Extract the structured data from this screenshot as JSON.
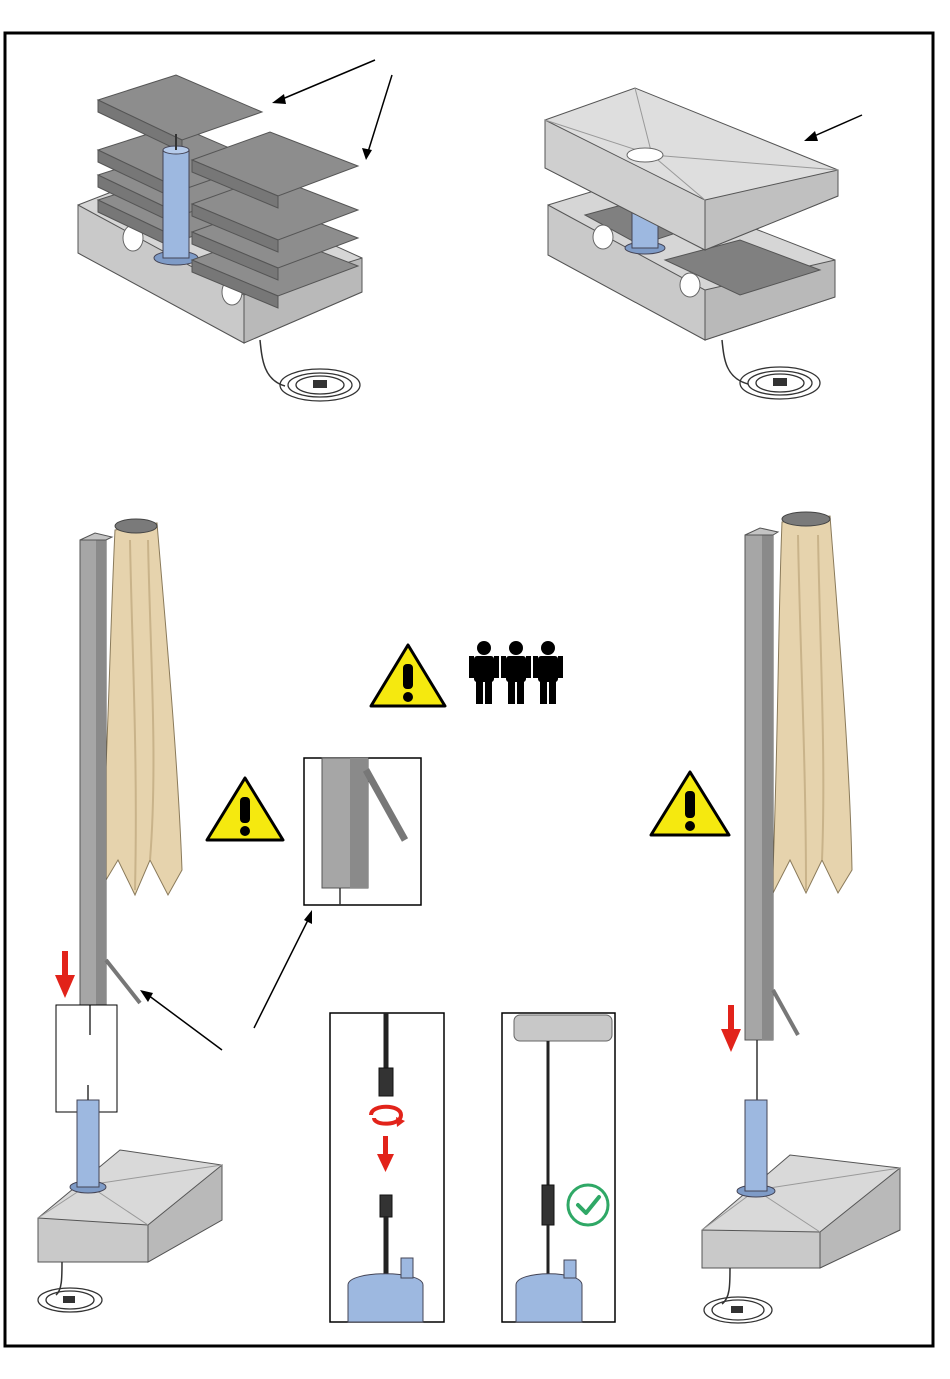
{
  "colors": {
    "frame": "#000000",
    "plate_dark": "#8c8c8c",
    "plate_edge": "#6f6f6f",
    "concrete_light": "#dcdcdc",
    "concrete_mid": "#c8c8c8",
    "concrete_dark": "#b4b4b4",
    "pole_blue": "#9db8e0",
    "pole_blue_dark": "#7e9bc7",
    "mast_gray": "#a6a6a6",
    "mast_gray_dark": "#8a8a8a",
    "canopy_beige": "#e6d3ad",
    "canopy_shadow": "#c9b38a",
    "warning_yellow": "#f5e90f",
    "arrow_red": "#e2231a",
    "check_green": "#2fa866"
  },
  "icons": [
    "warning-triangle-icon",
    "three-people-icon",
    "red-down-arrow-icon",
    "twist-connector-icon",
    "green-check-icon",
    "power-cable-coil-icon"
  ],
  "steps": [
    "base-weight-plates",
    "base-cover-installation",
    "mast-lowering-onto-base",
    "cable-connector-join",
    "mast-seated-on-base"
  ]
}
